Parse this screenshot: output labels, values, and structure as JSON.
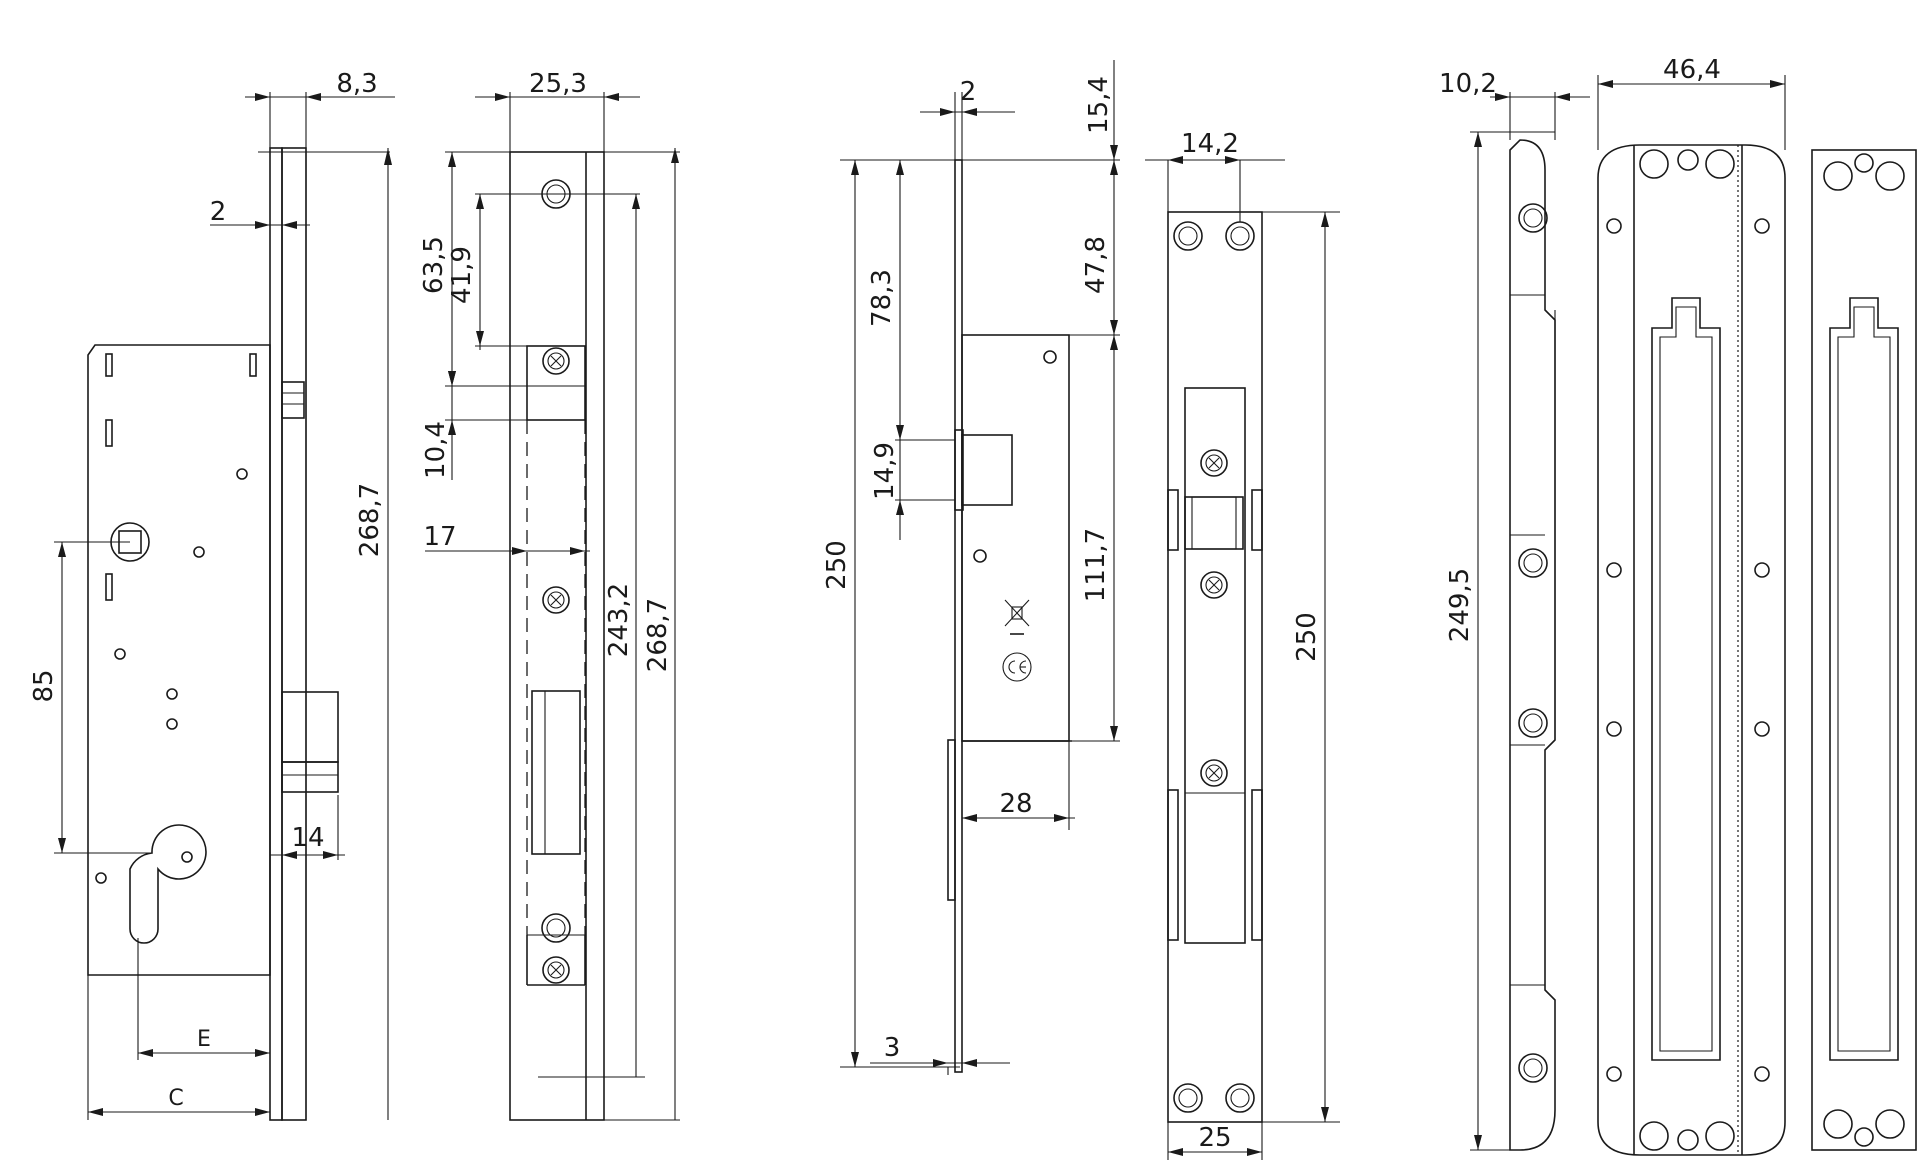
{
  "views": {
    "front": {
      "dim_faceplate_thickness": "8,3",
      "dim_offset": "2",
      "dim_backset_pitch": "85",
      "dim_bolt_projection": "14",
      "dim_total_height": "268,7",
      "label_backset": "E",
      "label_case_depth": "C"
    },
    "faceplate": {
      "dim_width": "25,3",
      "dim_top_to_latch": "63,5",
      "dim_hole_to_latch": "41,9",
      "dim_latch_height": "10,4",
      "dim_latch_offset": "17",
      "dim_hole_distance": "243,2",
      "dim_total_height": "268,7"
    },
    "side": {
      "dim_plate_thickness": "2",
      "dim_top_gap": "15,4",
      "dim_top_to_case": "47,8",
      "dim_top_to_bolt": "78,3",
      "dim_bolt_height": "14,9",
      "dim_case_height": "111,7",
      "dim_total_height": "250",
      "dim_case_depth": "28",
      "dim_bottom_thickness": "3"
    },
    "strike": {
      "dim_hole_spacing": "14,2",
      "dim_total_height": "250",
      "dim_width": "25"
    },
    "frame_strike": {
      "dim_depth": "10,2",
      "dim_width": "46,4",
      "dim_total_height": "249,5"
    }
  },
  "icons": [
    "weee-crossed-bin-icon",
    "ce-mark-icon",
    "phillips-screw-icon",
    "mounting-hole-icon"
  ]
}
